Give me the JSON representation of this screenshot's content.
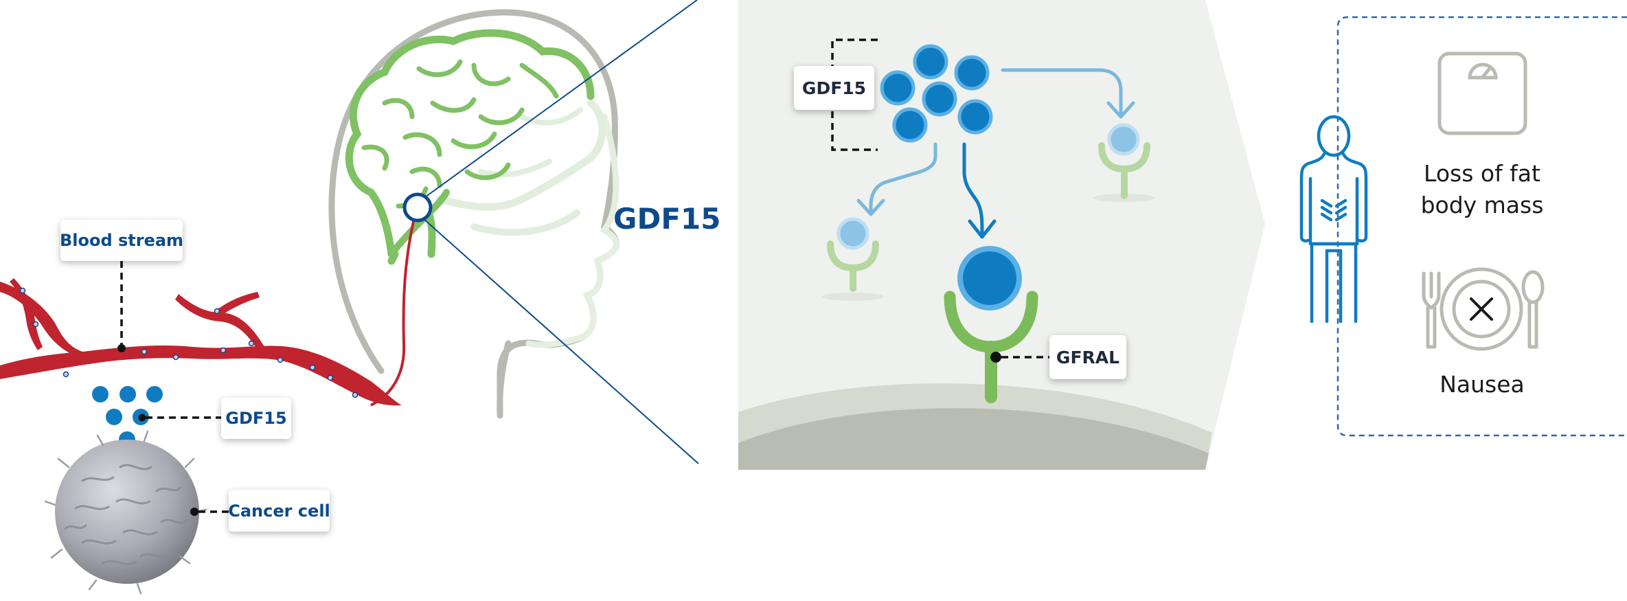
{
  "left_panel": {
    "blood_stream_label": "Blood stream",
    "gdf15_label": "GDF15",
    "cancer_cell_label": "Cancer cell"
  },
  "brain_zoom": {
    "title": "GDF15"
  },
  "receptor_panel": {
    "gdf15_label": "GDF15",
    "gfral_label": "GFRAL"
  },
  "effects_panel": {
    "effect_1_line_1": "Loss of fat",
    "effect_1_line_2": "body mass",
    "effect_2": "Nausea"
  },
  "colors": {
    "blood_red": "#c0242f",
    "gdf15_blue": "#0f7cc2",
    "receptor_green": "#7cbb5a",
    "brain_green": "#7fc163",
    "navy": "#0d4a8c",
    "panel_bg": "#eff1ee"
  },
  "icons": [
    "brain-icon",
    "head-silhouette-icon",
    "cancer-cell-icon",
    "person-icon",
    "scale-icon",
    "plate-icon",
    "fork-icon",
    "spoon-icon",
    "cross-icon"
  ]
}
